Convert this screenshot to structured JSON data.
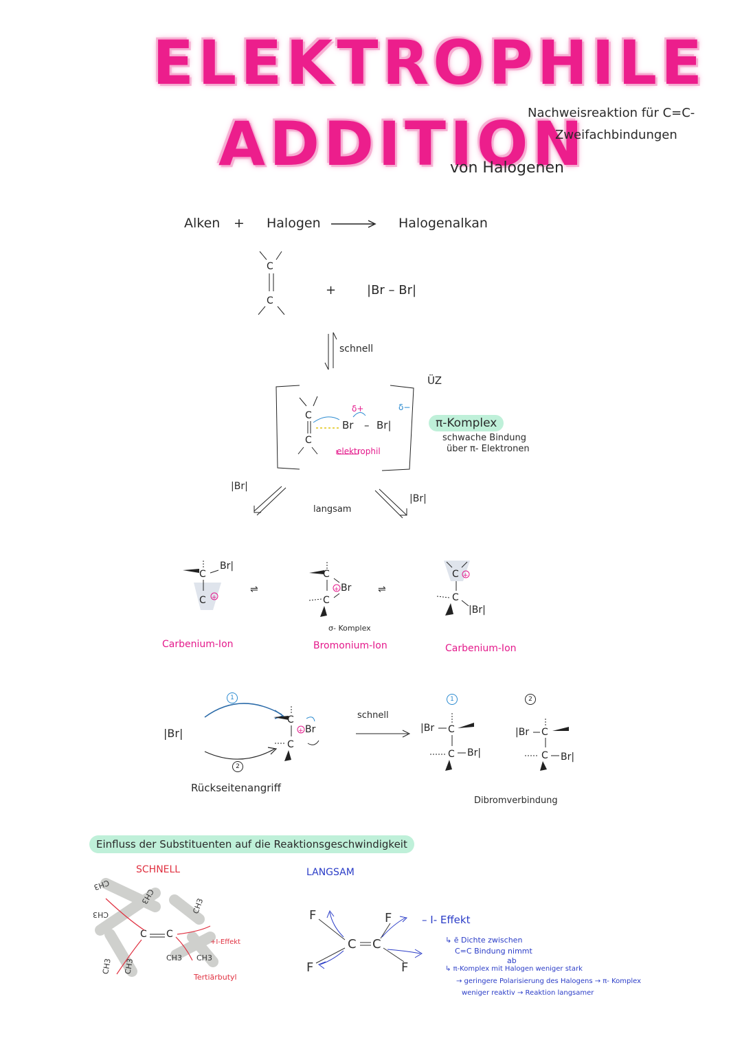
{
  "title": {
    "line1": "ELEKTROPHILE",
    "line2": "ADDITION",
    "suffix": "von Halogenen"
  },
  "note_top": {
    "line1": "Nachweisreaktion für C=C-",
    "line2": "Zweifachbindungen"
  },
  "equation": {
    "reactant1": "Alken",
    "plus": "+",
    "reactant2": "Halogen",
    "product": "Halogenalkan"
  },
  "step1": {
    "plus": "+",
    "bromine": "|Br – Br|",
    "arrow_label": "schnell"
  },
  "pi_complex": {
    "uz": "ÜZ",
    "delta_plus": "δ+",
    "delta_minus": "δ−",
    "br1": "Br",
    "br2": "Br|",
    "elektrophil": "elektrophil",
    "label": "π-Komplex",
    "desc1": "schwache Bindung",
    "desc2": "über π- Elektronen"
  },
  "step2": {
    "left_ion": "|Br|",
    "right_ion": "|Br|",
    "label": "langsam"
  },
  "intermediates": {
    "left": "Carbenium-Ion",
    "middle": "Bromonium-Ion",
    "middle_sub": "σ- Komplex",
    "right": "Carbenium-Ion"
  },
  "attack": {
    "ion": "|Br|",
    "path1": "1",
    "path2": "2",
    "label": "Rückseitenangriff",
    "arrow_label": "schnell",
    "product_label": "Dibromverbindung"
  },
  "influence": {
    "heading": "Einfluss der Substituenten auf die Reaktionsgeschwindigkeit",
    "fast": "SCHNELL",
    "slow": "LANGSAM",
    "i_plus": "+I-Effekt",
    "tert": "Tertiärbutyl",
    "i_minus": "– I- Effekt",
    "notes": [
      "↳ ē Dichte zwischen",
      "C=C Bindung nimmt",
      "ab",
      "↳ π-Komplex mit Halogen weniger stark",
      "→ geringere Polarisierung des Halogens → π- Komplex",
      "weniger reaktiv → Reaktion langsamer"
    ]
  },
  "colors": {
    "title_pink": "#ec1e8c",
    "highlight_green": "#bff0d9",
    "note_blue": "#2a3cc7"
  }
}
